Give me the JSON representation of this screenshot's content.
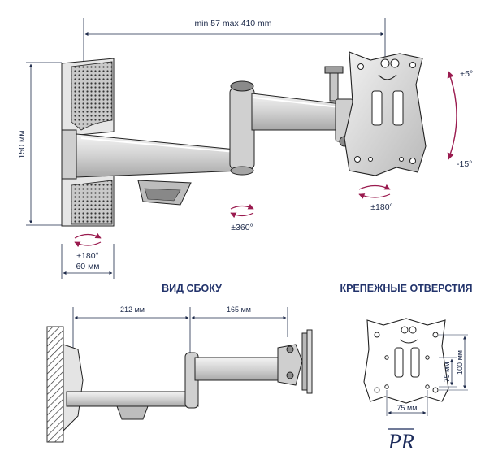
{
  "top_view": {
    "range_label": "min 57 max 410 mm",
    "height_label": "150 мм",
    "width_label": "60 мм",
    "rotation_wall": "±180°",
    "rotation_arm": "±360°",
    "rotation_plate": "±180°",
    "tilt_up": "+5°",
    "tilt_down": "-15°"
  },
  "side_view": {
    "heading": "ВИД СБОКУ",
    "arm1_label": "212 мм",
    "arm2_label": "165 мм"
  },
  "holes_view": {
    "heading": "КРЕПЕЖНЫЕ ОТВЕРСТИЯ",
    "vert_75": "75 мм",
    "vert_100": "100 мм",
    "horiz_75": "75 мм"
  },
  "colors": {
    "line": "#1d2a4a",
    "metal": "#d9d9d9",
    "metal_dark": "#9a9a9a",
    "accent_arrow": "#9a1b4f"
  },
  "logo": {
    "text": "PR"
  }
}
